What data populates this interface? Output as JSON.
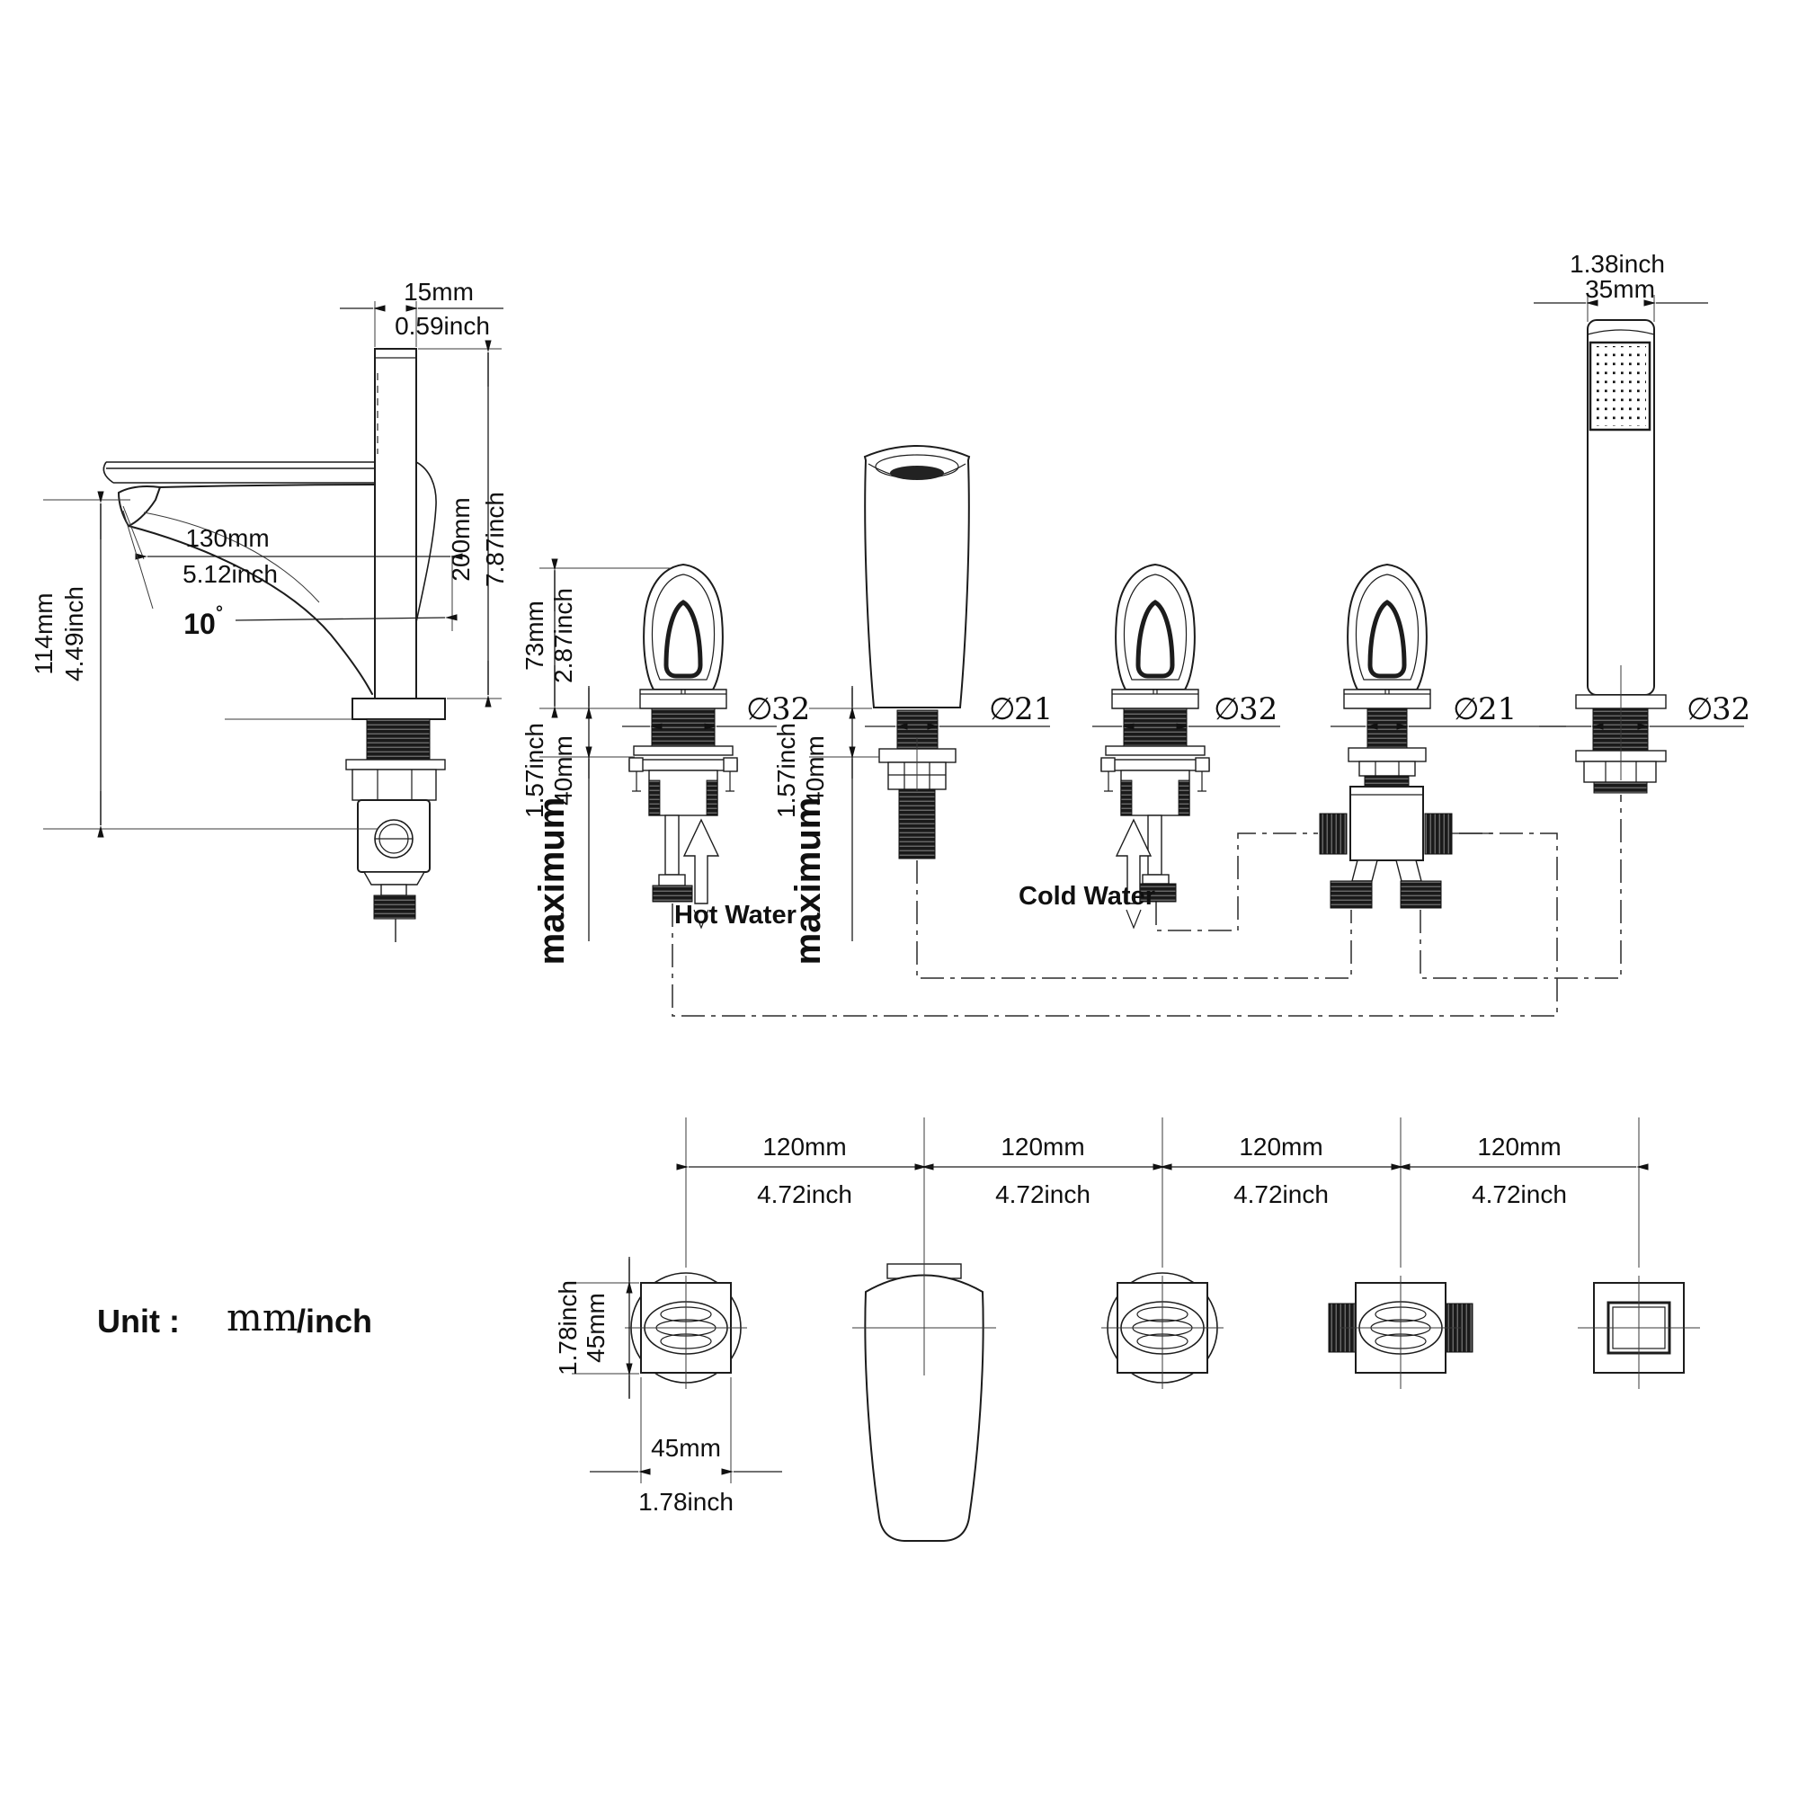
{
  "unit_note": {
    "label": "Unit :",
    "mm": "mm",
    "inch": "/inch"
  },
  "water_labels": {
    "hot": "Hot Water",
    "cold": "Cold Water"
  },
  "diameters": {
    "symbol": "∅",
    "hot": "32",
    "tub_spout": "21",
    "cold": "32",
    "diverter": "21",
    "hand_shower": "32"
  },
  "dims": {
    "handle_width": {
      "mm": "15mm",
      "inch": "0.59inch"
    },
    "spout_height": {
      "mm": "200mm",
      "inch": "7.87inch"
    },
    "spout_reach": {
      "mm": "130mm",
      "inch": "5.12inch"
    },
    "spout_angle": {
      "value": "10",
      "unit": "°"
    },
    "outlet_height": {
      "mm": "114mm",
      "inch": "4.49inch"
    },
    "handle_height": {
      "mm": "73mm",
      "inch": "2.87inch"
    },
    "deck_thickness": {
      "note": "maximum",
      "mm": "40mm",
      "inch": "1.57inch"
    },
    "handshower_width": {
      "inch": "1.38inch",
      "mm": "35mm"
    },
    "hole_spacing": {
      "mm": "120mm",
      "inch": "4.72inch"
    },
    "handle_size": {
      "mm": "45mm",
      "inch": "1.78inch"
    }
  }
}
